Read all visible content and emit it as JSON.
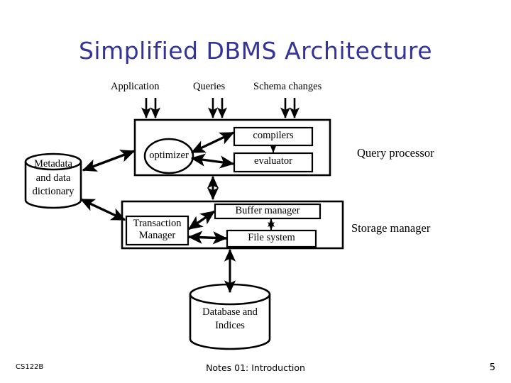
{
  "slide": {
    "title": "Simplified DBMS Architecture",
    "title_color": "#333399",
    "background": "#ffffff",
    "line_color": "#000000"
  },
  "inputs": [
    {
      "label": "Application"
    },
    {
      "label": "Queries"
    },
    {
      "label": "Schema changes"
    }
  ],
  "query_processor": {
    "side_label": "Query processor",
    "optimizer": "optimizer",
    "compilers": "compilers",
    "evaluator": "evaluator"
  },
  "storage_manager": {
    "side_label": "Storage manager",
    "transaction_manager_line1": "Transaction",
    "transaction_manager_line2": "Manager",
    "buffer_manager": "Buffer manager",
    "file_system": "File system"
  },
  "metadata_store": {
    "line1": "Metadata",
    "line2": "and data",
    "line3": "dictionary"
  },
  "database_store": {
    "line1": "Database and",
    "line2": "Indices"
  },
  "footer": {
    "course": "CS122B",
    "notes": "Notes 01: Introduction",
    "page": "5"
  }
}
